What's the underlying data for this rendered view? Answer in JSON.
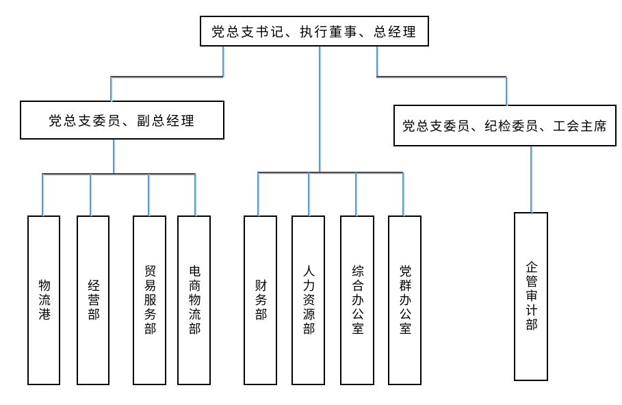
{
  "org_chart": {
    "type": "org-hierarchy-diagram",
    "root": {
      "label": "党总支书记、执行董事、总经理"
    },
    "level2": {
      "left": {
        "label": "党总支委员、副总经理"
      },
      "right": {
        "label": "党总支委员、纪检委员、工会主席"
      }
    },
    "departments": [
      {
        "label": "物流港",
        "parent": "党总支委员、副总经理"
      },
      {
        "label": "经营部",
        "parent": "党总支委员、副总经理"
      },
      {
        "label": "贸易服务部",
        "parent": "党总支委员、副总经理"
      },
      {
        "label": "电商物流部",
        "parent": "党总支委员、副总经理"
      },
      {
        "label": "财务部",
        "parent": "党总支书记、执行董事、总经理"
      },
      {
        "label": "人力资源部",
        "parent": "党总支书记、执行董事、总经理"
      },
      {
        "label": "综合办公室",
        "parent": "党总支书记、执行董事、总经理"
      },
      {
        "label": "党群办公室",
        "parent": "党总支书记、执行董事、总经理"
      },
      {
        "label": "企管审计部",
        "parent": "党总支委员、纪检委员、工会主席"
      }
    ],
    "colors": {
      "box_border": "#000000",
      "box_fill": "#ffffff",
      "connector_vertical": "#5B9BD5",
      "connector_vertical_shadow": "#BDD7EE",
      "connector_horizontal": "#4a4a4a"
    }
  }
}
